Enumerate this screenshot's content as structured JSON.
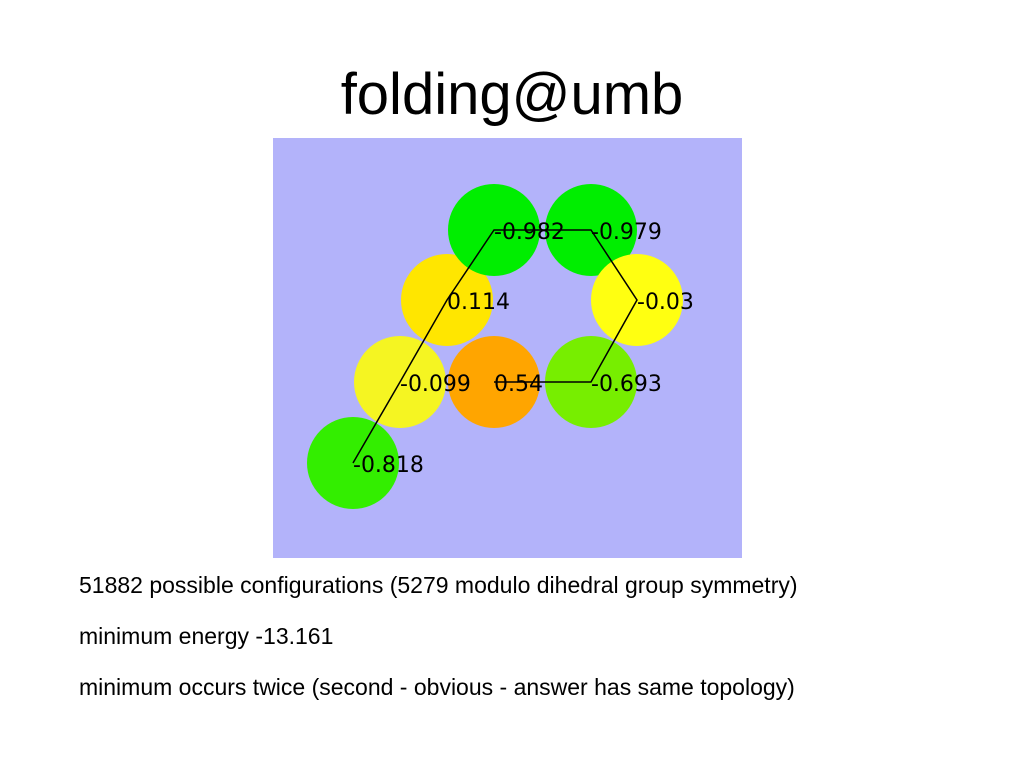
{
  "slide": {
    "title": "folding@umb"
  },
  "diagram": {
    "background_color": "#b3b3fa",
    "chain_color": "#000000",
    "residues": [
      {
        "label": "-0.818",
        "color": "#33ee00"
      },
      {
        "label": "-0.099",
        "color": "#f5f522"
      },
      {
        "label": "0.114",
        "color": "#ffe600"
      },
      {
        "label": "-0.982",
        "color": "#00ee00"
      },
      {
        "label": "-0.979",
        "color": "#00ee00"
      },
      {
        "label": "-0.03",
        "color": "#ffff11"
      },
      {
        "label": "-0.693",
        "color": "#77ee00"
      },
      {
        "label": "0.54",
        "color": "#ffa500"
      }
    ]
  },
  "notes": [
    "51882 possible configurations (5279 modulo dihedral group symmetry)",
    "minimum energy -13.161",
    "minimum occurs twice (second - obvious - answer has same topology)"
  ]
}
